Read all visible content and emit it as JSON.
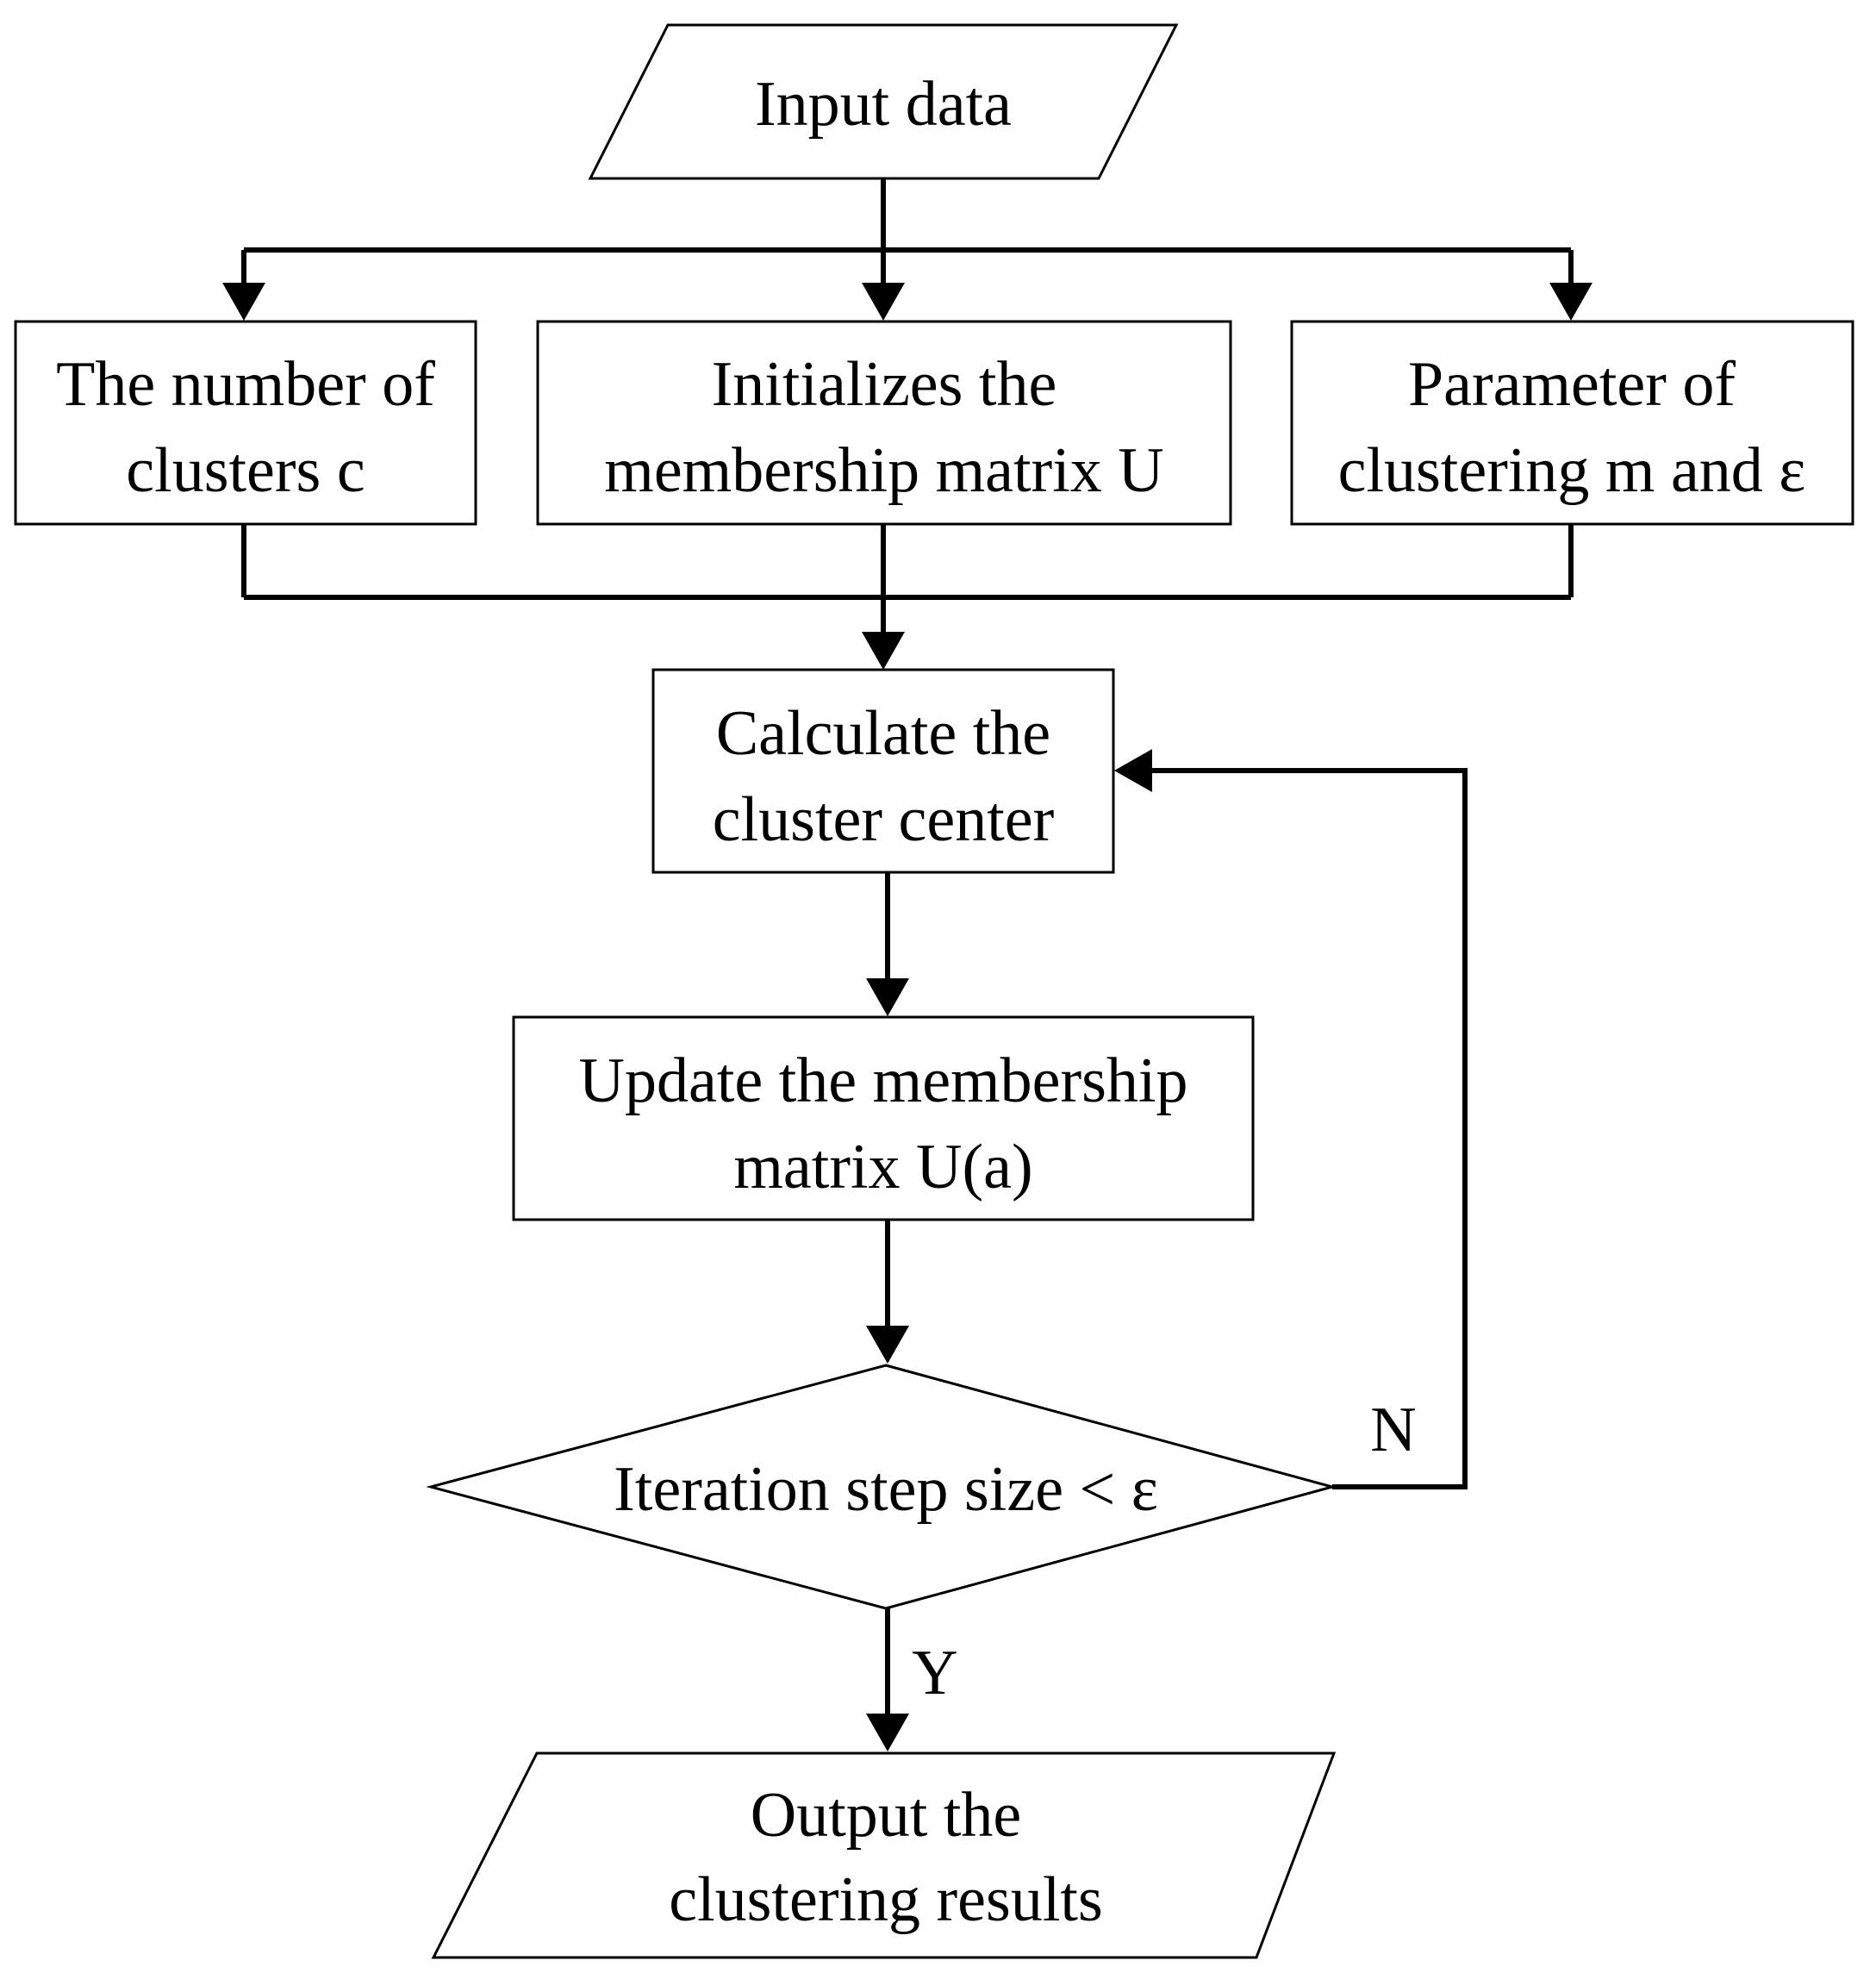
{
  "nodes": {
    "input": {
      "lines": [
        "Input data"
      ]
    },
    "clusters": {
      "lines": [
        "The number of",
        "clusters c"
      ]
    },
    "init_matrix": {
      "lines": [
        "Initializes the",
        "membership matrix U"
      ]
    },
    "params": {
      "lines": [
        "Parameter of",
        "clustering m and ε"
      ]
    },
    "calc_center": {
      "lines": [
        "Calculate the",
        "cluster center"
      ]
    },
    "update_matrix": {
      "lines": [
        "Update the membership",
        "matrix U(a)"
      ]
    },
    "decision": {
      "lines": [
        "Iteration step size < ε"
      ]
    },
    "output": {
      "lines": [
        "Output the",
        "clustering results"
      ]
    }
  },
  "edge_labels": {
    "no": "N",
    "yes": "Y"
  }
}
